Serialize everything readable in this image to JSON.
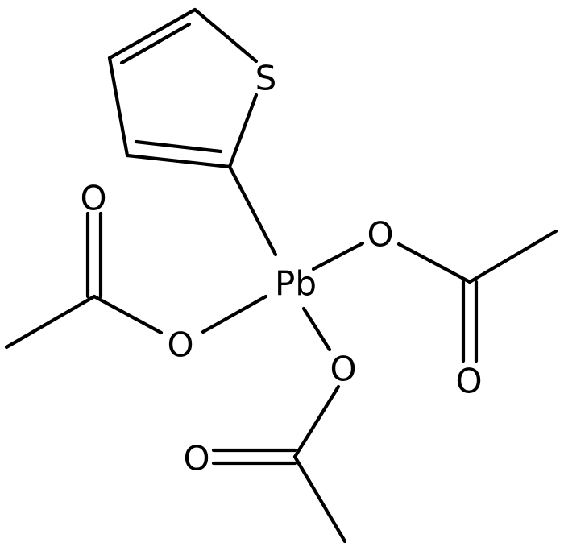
{
  "molecule": {
    "atoms": {
      "pb": "Pb",
      "s": "S",
      "o_left_ester": "O",
      "o_left_carbonyl": "O",
      "o_right_ester": "O",
      "o_right_carbonyl": "O",
      "o_bottom_ester": "O",
      "o_bottom_carbonyl": "O"
    },
    "colors": {
      "ink": "#000000",
      "background": "#ffffff"
    }
  }
}
